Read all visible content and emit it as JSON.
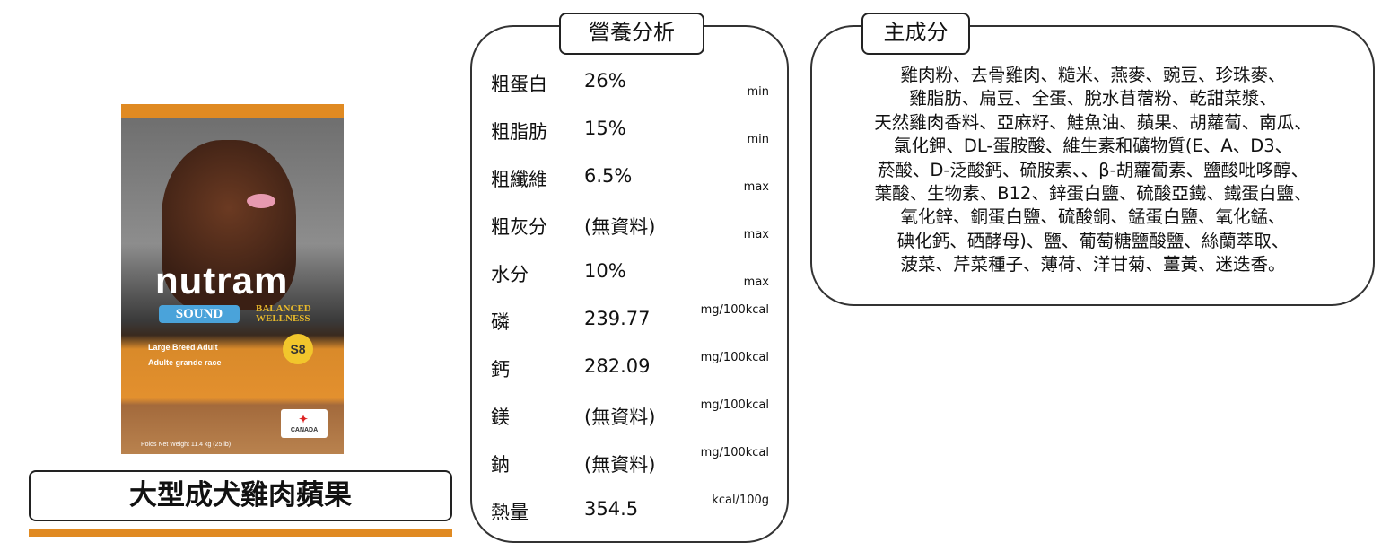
{
  "product": {
    "name": "大型成犬雞肉蘋果",
    "package": {
      "brand": "nutram",
      "line": "SOUND",
      "tagline": "BALANCED WELLNESS",
      "code": "S8",
      "label_en": "Large Breed Adult",
      "label_fr": "Adulte grande race",
      "origin": "CANADA",
      "weight": "Poids Net Weight 11.4 kg (25 lb)"
    }
  },
  "nutrition": {
    "title": "營養分析",
    "rows": [
      {
        "name": "粗蛋白",
        "value": "26%",
        "unit": "min"
      },
      {
        "name": "粗脂肪",
        "value": "15%",
        "unit": "min"
      },
      {
        "name": "粗纖維",
        "value": "6.5%",
        "unit": "max"
      },
      {
        "name": "粗灰分",
        "value": "(無資料)",
        "unit": "max"
      },
      {
        "name": "水分",
        "value": "10%",
        "unit": "max"
      },
      {
        "name": "磷",
        "value": "239.77",
        "unit": "mg/100kcal"
      },
      {
        "name": "鈣",
        "value": "282.09",
        "unit": "mg/100kcal"
      },
      {
        "name": "鎂",
        "value": "(無資料)",
        "unit": "mg/100kcal"
      },
      {
        "name": "鈉",
        "value": "(無資料)",
        "unit": "mg/100kcal"
      },
      {
        "name": "熱量",
        "value": "354.5",
        "unit": "kcal/100g"
      }
    ]
  },
  "ingredients": {
    "title": "主成分",
    "lines": [
      "雞肉粉、去骨雞肉、糙米、燕麥、豌豆、珍珠麥、",
      "雞脂肪、扁豆、全蛋、脫水苜蓿粉、乾甜菜漿、",
      "天然雞肉香料、亞麻籽、鮭魚油、蘋果、胡蘿蔔、南瓜、",
      "氯化鉀、DL-蛋胺酸、維生素和礦物質(E、A、D3、",
      "菸酸、D-泛酸鈣、硫胺素、、β-胡蘿蔔素、鹽酸吡哆醇、",
      "葉酸、生物素、B12、鋅蛋白鹽、硫酸亞鐵、鐵蛋白鹽、",
      "氧化鋅、銅蛋白鹽、硫酸銅、錳蛋白鹽、氧化錳、",
      "碘化鈣、硒酵母)、鹽、葡萄糖鹽酸鹽、絲蘭萃取、",
      "菠菜、芹菜種子、薄荷、洋甘菊、薑黃、迷迭香。"
    ]
  },
  "colors": {
    "accent": "#e08a22"
  }
}
